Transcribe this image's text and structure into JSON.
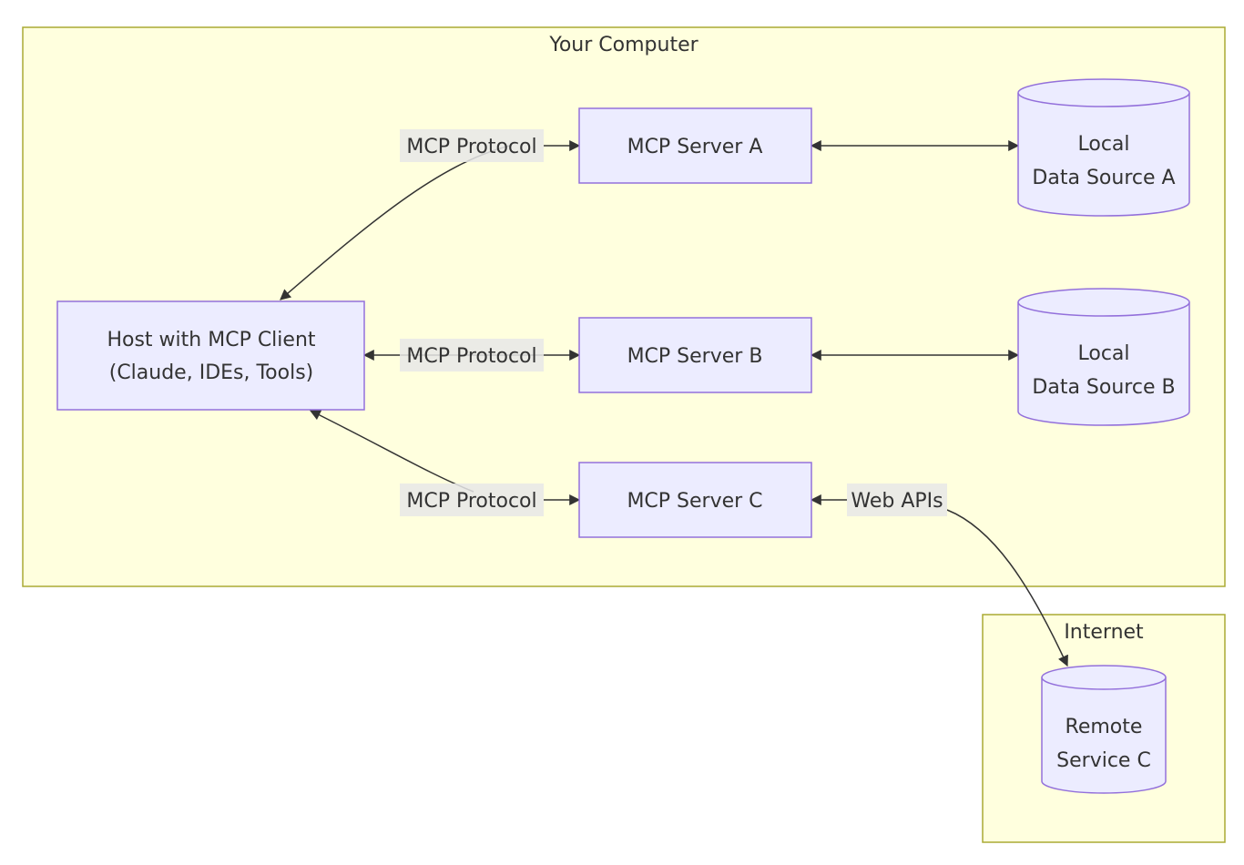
{
  "clusters": {
    "computer": {
      "title": "Your Computer"
    },
    "internet": {
      "title": "Internet"
    }
  },
  "nodes": {
    "host": {
      "line1": "Host with MCP Client",
      "line2": "(Claude, IDEs, Tools)"
    },
    "server_a": {
      "label": "MCP Server A"
    },
    "server_b": {
      "label": "MCP Server B"
    },
    "server_c": {
      "label": "MCP Server C"
    },
    "source_a": {
      "line1": "Local",
      "line2": "Data Source A"
    },
    "source_b": {
      "line1": "Local",
      "line2": "Data Source B"
    },
    "remote_c": {
      "line1": "Remote",
      "line2": "Service C"
    }
  },
  "edges": {
    "host_a": {
      "label": "MCP Protocol"
    },
    "host_b": {
      "label": "MCP Protocol"
    },
    "host_c": {
      "label": "MCP Protocol"
    },
    "c_remote": {
      "label": "Web APIs"
    }
  },
  "colors": {
    "cluster_fill": "#ffffde",
    "cluster_stroke": "#aaaa33",
    "node_fill": "#ececff",
    "node_stroke": "#9370db",
    "edge": "#333333",
    "edge_label_bg": "#e8e8e8"
  }
}
